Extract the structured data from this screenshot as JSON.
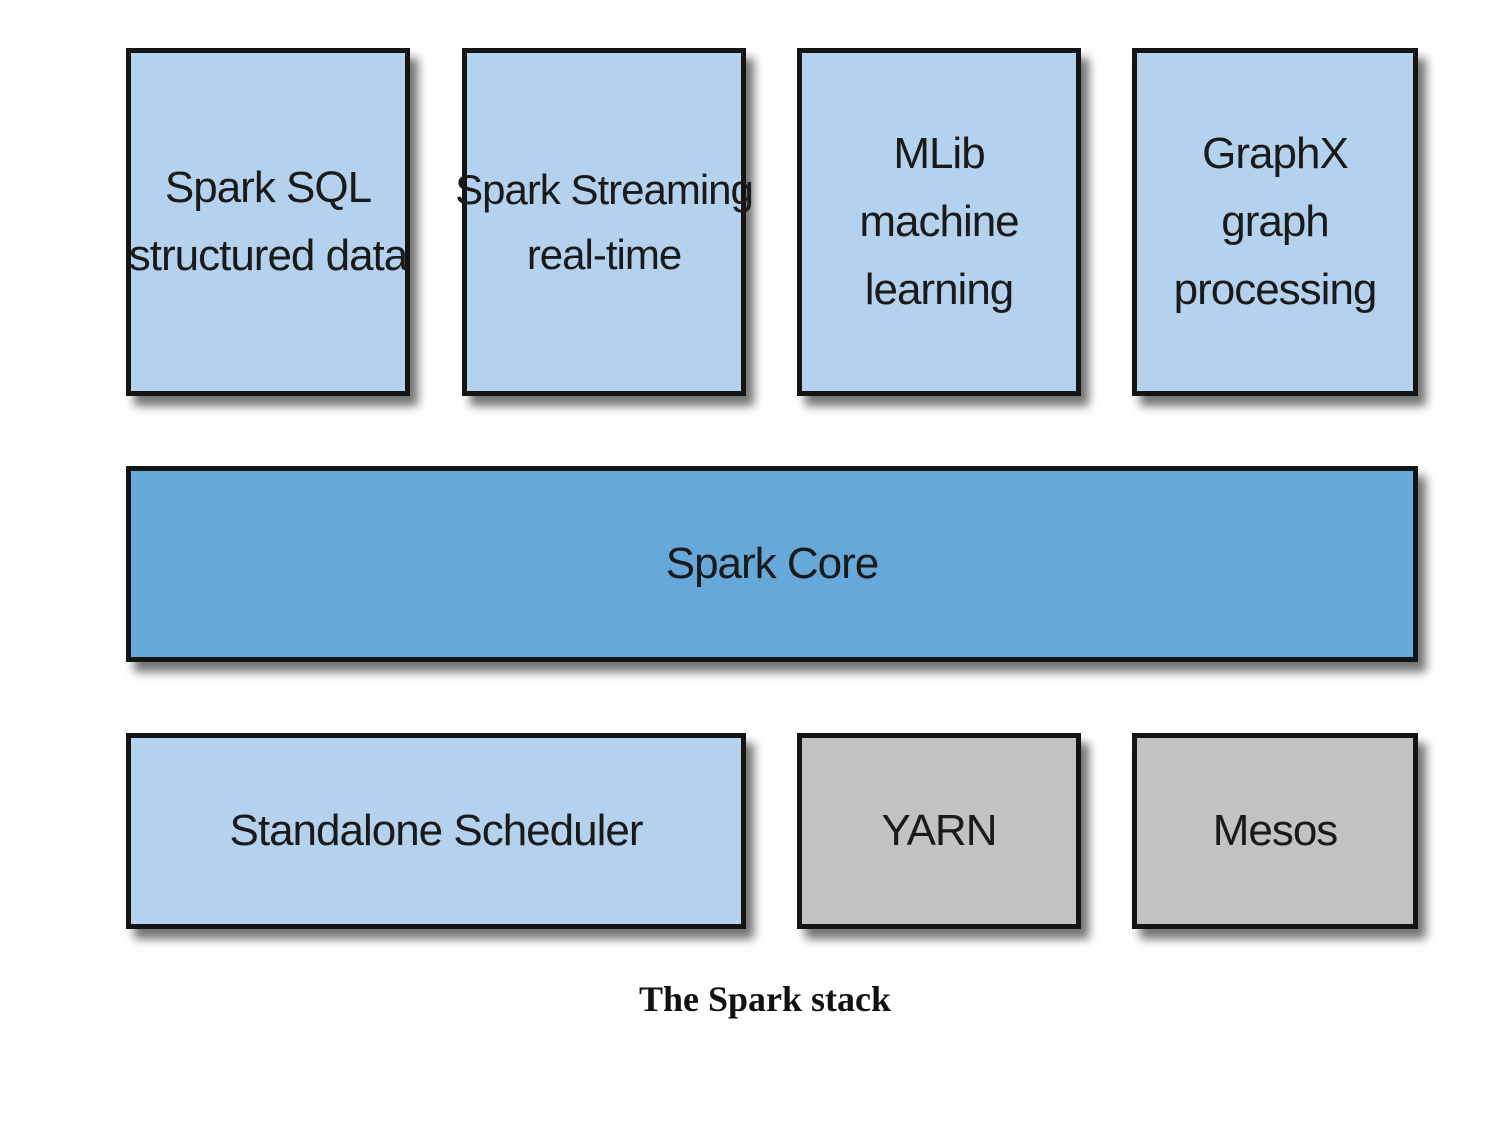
{
  "diagram": {
    "components": [
      {
        "id": "spark-sql",
        "lines": [
          "Spark SQL",
          "structured data"
        ]
      },
      {
        "id": "spark-streaming",
        "lines": [
          "Spark Streaming",
          "real-time"
        ]
      },
      {
        "id": "mlib",
        "lines": [
          "MLib",
          "machine",
          "learning"
        ]
      },
      {
        "id": "graphx",
        "lines": [
          "GraphX",
          "graph",
          "processing"
        ]
      }
    ],
    "core": {
      "label": "Spark Core"
    },
    "schedulers": [
      {
        "id": "standalone",
        "label": "Standalone Scheduler"
      },
      {
        "id": "yarn",
        "label": "YARN"
      },
      {
        "id": "mesos",
        "label": "Mesos"
      }
    ],
    "caption": "The Spark stack"
  },
  "colors": {
    "light_blue": "#b4d2ed",
    "core_blue": "#65a8d9",
    "gray": "#c2c2c2",
    "border": "#141414"
  }
}
